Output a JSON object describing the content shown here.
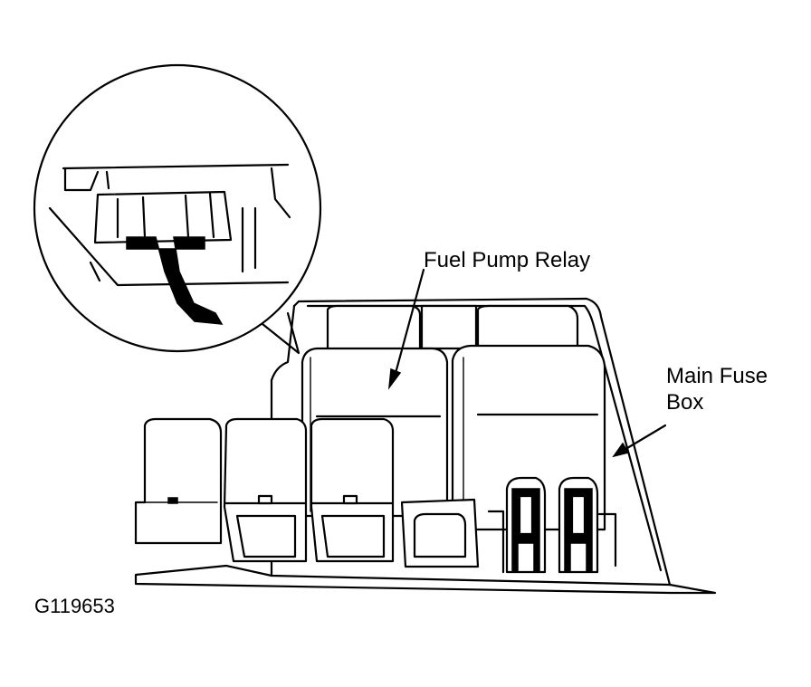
{
  "labels": {
    "fuel_pump_relay": "Fuel Pump Relay",
    "main_fuse_box_line1": "Main Fuse",
    "main_fuse_box_line2": "Box"
  },
  "figure_id": "G119653",
  "colors": {
    "ink": "#000000",
    "paper": "#ffffff"
  }
}
